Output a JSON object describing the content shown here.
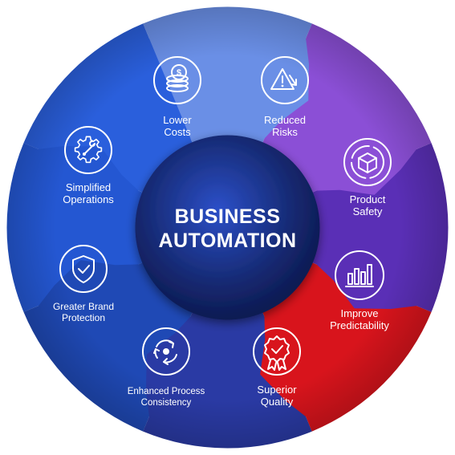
{
  "center": {
    "line1": "BUSINESS",
    "line2": "AUTOMATION"
  },
  "segments": [
    {
      "id": "lower-costs",
      "icon": "coins-icon",
      "lines": [
        "Lower",
        "Costs"
      ],
      "color": "#6a8fe6"
    },
    {
      "id": "reduced-risks",
      "icon": "warning-down-icon",
      "lines": [
        "Reduced",
        "Risks"
      ],
      "color": "#8b4fd6"
    },
    {
      "id": "product-safety",
      "icon": "box-icon",
      "lines": [
        "Product",
        "Safety"
      ],
      "color": "#5a2fb6"
    },
    {
      "id": "improve-predictability",
      "icon": "bar-chart-icon",
      "lines": [
        "Improve",
        "Predictability"
      ],
      "color": "#d8141c"
    },
    {
      "id": "superior-quality",
      "icon": "award-badge-icon",
      "lines": [
        "Superior",
        "Quality"
      ],
      "color": "#2a3aa4"
    },
    {
      "id": "enhanced-process-consistency",
      "icon": "cycle-icon",
      "lines": [
        "Enhanced Process",
        "Consistency"
      ],
      "color": "#1f49b5"
    },
    {
      "id": "greater-brand-protection",
      "icon": "shield-check-icon",
      "lines": [
        "Greater Brand",
        "Protection"
      ],
      "color": "#2457d2"
    },
    {
      "id": "simplified-operations",
      "icon": "gear-wrench-icon",
      "lines": [
        "Simplified",
        "Operations"
      ],
      "color": "#2a5fdc"
    }
  ]
}
